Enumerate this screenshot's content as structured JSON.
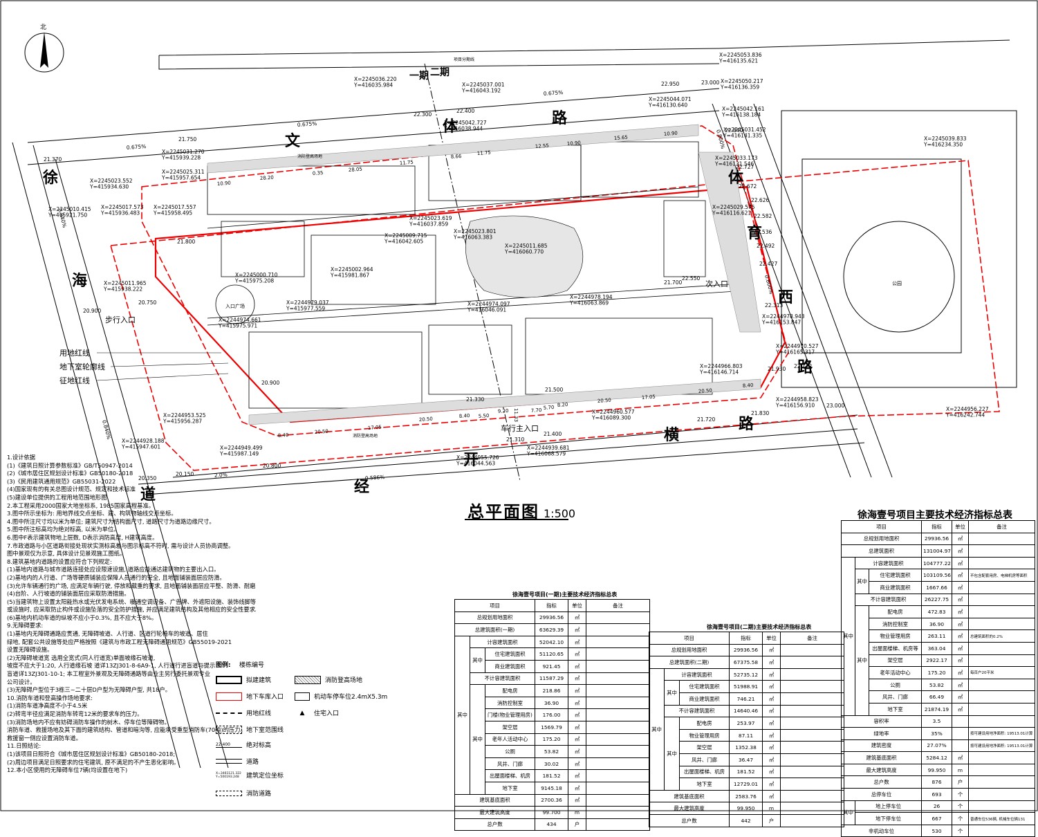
{
  "north_label": "北",
  "plan_title": "总平面图",
  "plan_scale": "1:500",
  "roads": {
    "wenti": [
      "文",
      "体",
      "路"
    ],
    "xuhai": [
      "徐",
      "海",
      "道"
    ],
    "kaijing": [
      "开",
      "经",
      "路"
    ],
    "tiyu_xi": [
      "体",
      "育",
      "西",
      "路"
    ],
    "ci_label": "次入口",
    "heng_label": "横"
  },
  "phase_labels": [
    "一期",
    "二期"
  ],
  "plan_labels": {
    "ped_entrance": "步行入口",
    "car_entrance": "车行主入口",
    "main_entrance": "入口广场",
    "fire_area": "消防登高场地",
    "park": "公园",
    "land_line": "用地红线",
    "basement_line": "地下室轮廓线",
    "requisition_line": "征地红线",
    "proj_boundary": "项目分期线"
  },
  "coords": [
    "X=2245053.836\nY=416135.621",
    "X=2245050.217\nY=416136.359",
    "X=2245044.071\nY=416130.640",
    "X=2245042.161\nY=416138.184",
    "X=2245031.452\nY=416141.335",
    "X=2245039.833\nY=416234.350",
    "X=2245036.220\nY=416035.984",
    "X=2245037.001\nY=416043.192",
    "X=2245042.727\nY=416038.944",
    "X=2245031.270\nY=415939.228",
    "X=2245025.311\nY=415957.654",
    "X=2245023.552\nY=415934.630",
    "X=2245010.415\nY=415921.750",
    "X=2245017.573\nY=415936.483",
    "X=2245017.557\nY=415958.495",
    "X=2245011.965\nY=415938.222",
    "X=2245000.710\nY=415975.208",
    "X=2244974.661\nY=415975.971",
    "X=2244979.037\nY=415977.559",
    "X=2244953.525\nY=415956.287",
    "X=2244928.188\nY=415947.601",
    "X=2244949.499\nY=415987.149",
    "X=2244955.726\nY=416044.563",
    "X=2244939.681\nY=416068.579",
    "X=2244960.577\nY=416089.300",
    "X=2244958.823\nY=416156.910",
    "X=2244956.227\nY=416242.744",
    "X=2244970.527\nY=416165.317",
    "X=2244978.943\nY=416153.847",
    "X=2245029.575\nY=416116.621",
    "X=2245033.173\nY=416131.546",
    "X=2245011.685\nY=416060.770",
    "X=2245023.801\nY=416063.383",
    "X=2245023.619\nY=416037.859",
    "X=2245009.715\nY=416042.605",
    "X=2244974.097\nY=416046.091",
    "X=2244978.194\nY=416063.869",
    "X=2244966.803\nY=416146.714",
    "X=2245002.964\nY=415981.867"
  ],
  "elevations": [
    "21.370",
    "21.750",
    "22.300",
    "22.400",
    "22.950",
    "23.000",
    "22.840",
    "22.727",
    "22.672",
    "22.626",
    "22.582",
    "22.536",
    "22.492",
    "22.427",
    "22.313",
    "22.122",
    "23.000",
    "21.830",
    "21.720",
    "21.400",
    "21.330",
    "21.310",
    "20.800",
    "20.350",
    "20.150",
    "20.900",
    "20.750",
    "21.800",
    "22.550",
    "21.700",
    "21.500",
    "21.930",
    "20.900"
  ],
  "slopes": [
    "0.675%",
    "0.675%",
    "0.675%",
    "0.586%",
    "2.0%",
    "0.840%",
    "0.840%",
    "0.800%",
    "0.800%"
  ],
  "dims": [
    "10.90",
    "28.20",
    "0.35",
    "28.05",
    "11.75",
    "8.66",
    "11.75",
    "12.55",
    "10.90",
    "15.65",
    "10.90",
    "8.40",
    "20.50",
    "17.05",
    "20.50",
    "8.40",
    "5.50",
    "9.20",
    "7.70",
    "5.70",
    "8.20",
    "20.50",
    "17.05",
    "20.50",
    "8.40",
    "11.33"
  ],
  "notes": [
    "1.设计依据",
    "  (1)《建筑日照计算参数标准》GB/T50947-2014",
    "  (2)《城市居住区规划设计标准》GB50180-2018",
    "  (3)《民用建筑通用规范》GB55031-2022",
    "  (4)国家现有的有关总图设计规范、规定和技术标准",
    "  (5)建设单位提供的工程用地范围地形图",
    "2.本工程采用2000国家大地坐标系, 1985国家高程基准。",
    "3.图中所示坐标为: 用地界线交点坐标、建、构筑物轴线交点坐标。",
    "4.图中所注尺寸均以米为单位; 建筑尺寸为结构面尺寸, 道路尺寸为道路边缘尺寸。",
    "5.图中所注标高均为绝对标高, 以米为单位。",
    "6.图中F表示建筑物地上层数, D表示消防高度, H建筑高度。",
    "7.市政道路与小区道路衔接处现状实测标高差与图示标高不符时, 需与设计人员协商调整。",
    "  图中景观仅为示意, 具体设计见景观施工图纸。",
    "8.建筑基地内道路的设置应符合下列规定:",
    "  (1)基地内道路与城市道路连接处应设限速设施, 道路应能通达建筑物的主要出入口。",
    "  (2)基地内的人行道、广场等硬质铺装应保障人员通行的安全, 且地面铺装面层应防滑。",
    "  (3)允许车辆通行的广场, 应满足车辆行驶, 停放和载重的要求, 且地面铺装面层应平整、防滑、耐磨。",
    "  (4)台阶、人行坡道的铺装面层应采取防滑措施。",
    "  (5)当建筑物上设置太阳能热水或光伏发电系统、暖通空调设备、广告牌、外遮阳设施、装饰线脚等附属构件",
    "     或设施时, 应采取防止构件或设施坠落的安全防护措施, 并应满足建筑结构及其他相应的安全性要求。",
    "  (6)基地内机动车道的纵坡不应小于0.3%, 且不应大于8%。",
    "9.无障碍要求:",
    "  (1)基地内无障碍通路应贯通, 无障碍坡道、人行道、区道行轮椅车的坡道、居住",
    "  绿地, 配套公共设施等处应严格按照《建筑与市政工程无障碍通用规范》GB55019-2021",
    "  设置无障碍设施。",
    "  (2)无障碍坡道宽 选用全宽式(同人行道宽)单面坡缘石坡道,",
    "  坡度不应大于1:20, 人行道缘石坡 道详13ZJ301-8-6A9-1, 人行道行进盲道与提示",
    "  盲道详13ZJ301-10-1; 本工程室外景观及无障碍通路等由业主另行委托景观专业",
    "  公司设计。",
    "  (3)无障碍户型位于3栋三~二十层D户型为无障碍户型, 共18户。",
    "10.消防车道和登高操作场地要求:",
    "  (1)消防车道净高度不小于4.5米",
    "  (2)转弯半径应满足消防车转弯12米的要求车的压力。",
    "  (3)消防场地内不应有妨碍消防车操作的树木、停车位等障碍物。",
    "  消防车道、救援场地及其下面的建筑结构、管道和暗沟等, 应能承受重型消防车(70吨)的压力。",
    "  救援窗一侧应设置消防车道。",
    "11.日照结论:",
    "  (1)该项目日照符合《城市居住区规划设计标准》GB50180-2018;",
    "  (2)周边项目满足日照要求的住宅建筑, 原不满足的不产生恶化影响。",
    "12.本小区使用的无障碍车位7辆(均设置在地下)"
  ],
  "legend": {
    "title": "图例:",
    "items": {
      "building_no": "楼栋编号",
      "proposed": "拟建建筑",
      "fire_ground": "消防登高场地",
      "garage_entrance": "地下车库入口",
      "parking": "机动车停车位2.4mX5.3m",
      "land_line": "用地红线",
      "residential_entrance": "住宅入口",
      "basement": "地下室范围线",
      "elevation": "绝对标高",
      "elevation_sample": "22.400",
      "road": "道路",
      "coord": "建筑定位坐标",
      "coord_sample": "X=3461121.322\nY=500193.248",
      "fire_road": "消防道路"
    }
  },
  "table_phase1": {
    "title": "徐海壹号项目(一期)主要技术经济指标总表",
    "headers": [
      "项目",
      "指标",
      "单位",
      "备注"
    ],
    "rows": [
      [
        "总规划用地面积",
        "29936.56",
        "㎡",
        ""
      ],
      [
        "总建筑面积(一期)",
        "63629.39",
        "㎡",
        ""
      ],
      [
        "计容建筑面积",
        "52042.10",
        "㎡",
        ""
      ],
      [
        "住宅建筑面积",
        "51120.65",
        "㎡",
        ""
      ],
      [
        "商业建筑面积",
        "921.45",
        "㎡",
        ""
      ],
      [
        "不计容建筑面积",
        "11587.29",
        "㎡",
        ""
      ],
      [
        "配电房",
        "218.86",
        "㎡",
        ""
      ],
      [
        "消防控制室",
        "36.90",
        "㎡",
        ""
      ],
      [
        "门楼(物业管理用房)",
        "176.00",
        "㎡",
        ""
      ],
      [
        "架空层",
        "1569.79",
        "㎡",
        ""
      ],
      [
        "老年人活动中心",
        "175.20",
        "㎡",
        ""
      ],
      [
        "公厕",
        "53.82",
        "㎡",
        ""
      ],
      [
        "风井、门廊",
        "30.02",
        "㎡",
        ""
      ],
      [
        "出屋面楼梯、机房",
        "181.52",
        "㎡",
        ""
      ],
      [
        "地下室",
        "9145.18",
        "㎡",
        ""
      ],
      [
        "建筑基底面积",
        "2700.36",
        "㎡",
        ""
      ],
      [
        "最大建筑高度",
        "99.700",
        "m",
        ""
      ],
      [
        "总户数",
        "434",
        "户",
        ""
      ]
    ],
    "group_label": "其中"
  },
  "table_phase2": {
    "title": "徐海壹号项目(二期)主要技术经济指标总表",
    "headers": [
      "项目",
      "指标",
      "单位",
      "备注"
    ],
    "rows": [
      [
        "总规划用地面积",
        "29936.56",
        "㎡",
        ""
      ],
      [
        "总建筑面积(二期)",
        "67375.58",
        "㎡",
        ""
      ],
      [
        "计容建筑面积",
        "52735.12",
        "㎡",
        ""
      ],
      [
        "住宅建筑面积",
        "51988.91",
        "㎡",
        ""
      ],
      [
        "商业建筑面积",
        "746.21",
        "㎡",
        ""
      ],
      [
        "不计容建筑面积",
        "14640.46",
        "㎡",
        ""
      ],
      [
        "配电房",
        "253.97",
        "㎡",
        ""
      ],
      [
        "物业管理用房",
        "87.11",
        "㎡",
        ""
      ],
      [
        "架空层",
        "1352.38",
        "㎡",
        ""
      ],
      [
        "风井、门廊",
        "36.47",
        "㎡",
        ""
      ],
      [
        "出屋面楼梯、机房",
        "181.52",
        "㎡",
        ""
      ],
      [
        "地下室",
        "12729.01",
        "㎡",
        ""
      ],
      [
        "建筑基底面积",
        "2583.76",
        "㎡",
        ""
      ],
      [
        "最大建筑高度",
        "99.950",
        "m",
        ""
      ],
      [
        "总户数",
        "442",
        "户",
        ""
      ]
    ],
    "group_label": "其中"
  },
  "table_total": {
    "title": "徐海壹号项目主要技术经济指标总表",
    "headers": [
      "项目",
      "指标",
      "单位",
      "备注"
    ],
    "rows": [
      [
        "总规划用地面积",
        "29936.56",
        "㎡",
        ""
      ],
      [
        "总建筑面积",
        "131004.97",
        "㎡",
        ""
      ],
      [
        "计容建筑面积",
        "104777.22",
        "㎡",
        ""
      ],
      [
        "住宅建筑面积",
        "103109.56",
        "㎡",
        "不包含配套用房、电梯机房等面积"
      ],
      [
        "商业建筑面积",
        "1667.66",
        "㎡",
        ""
      ],
      [
        "不计容建筑面积",
        "26227.75",
        "㎡",
        ""
      ],
      [
        "配电房",
        "472.83",
        "㎡",
        ""
      ],
      [
        "消防控制室",
        "36.90",
        "㎡",
        ""
      ],
      [
        "物业管理用房",
        "263.11",
        "㎡",
        "总建筑面积的0.2%"
      ],
      [
        "出屋面楼梯、机房等",
        "363.04",
        "㎡",
        ""
      ],
      [
        "架空层",
        "2922.17",
        "㎡",
        ""
      ],
      [
        "老年活动中心",
        "175.20",
        "㎡",
        "每百户20平米"
      ],
      [
        "公厕",
        "53.82",
        "㎡",
        ""
      ],
      [
        "风井、门廊",
        "66.49",
        "㎡",
        ""
      ],
      [
        "地下室",
        "21874.19",
        "㎡",
        ""
      ],
      [
        "容积率",
        "3.5",
        "",
        ""
      ],
      [
        "绿地率",
        "35%",
        "",
        "按可建设用地净面积: 19513.01计算"
      ],
      [
        "建筑密度",
        "27.07%",
        "",
        "按可建设用地净面积: 19513.01计算"
      ],
      [
        "建筑基底面积",
        "5284.12",
        "㎡",
        ""
      ],
      [
        "最大建筑高度",
        "99.950",
        "m",
        ""
      ],
      [
        "总户数",
        "876",
        "户",
        ""
      ],
      [
        "总停车位",
        "693",
        "个",
        ""
      ],
      [
        "地上停车位",
        "26",
        "个",
        ""
      ],
      [
        "地下停车位",
        "667",
        "个",
        "普通车位536辆, 机械车位辆131"
      ],
      [
        "非机动车位",
        "530",
        "个",
        ""
      ]
    ],
    "group_label": "其中"
  }
}
